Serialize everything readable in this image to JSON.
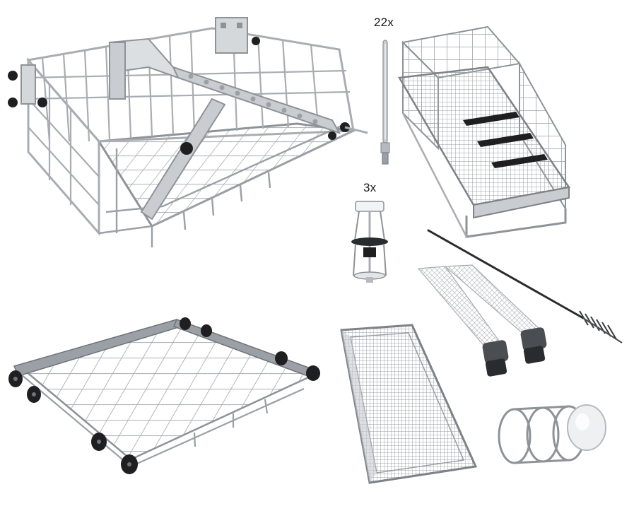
{
  "labels": {
    "injector_quantity": "22x",
    "holder_quantity": "3x"
  },
  "colors": {
    "wire": "#a9adb2",
    "wire_dark": "#7d8288",
    "steel": "#c9ccd0",
    "steel_light": "#e3e5e8",
    "rubber": "#1f1f22",
    "grey_plastic": "#4a4d52"
  },
  "items": [
    {
      "name": "upper-basket-with-injector-rail",
      "icon": "wire-basket-icon"
    },
    {
      "name": "injector-nozzle",
      "icon": "nozzle-icon"
    },
    {
      "name": "instrument-holder-insert",
      "icon": "clamp-holder-icon"
    },
    {
      "name": "mesh-tray-rack",
      "icon": "mesh-rack-icon"
    },
    {
      "name": "cleaning-brush",
      "icon": "brush-icon"
    },
    {
      "name": "lower-rolling-basket",
      "icon": "rolling-frame-icon"
    },
    {
      "name": "mesh-tray",
      "icon": "mesh-tray-icon"
    },
    {
      "name": "flexible-hoses",
      "icon": "hose-icon"
    },
    {
      "name": "glass-lid-insert",
      "icon": "lid-insert-icon"
    }
  ]
}
